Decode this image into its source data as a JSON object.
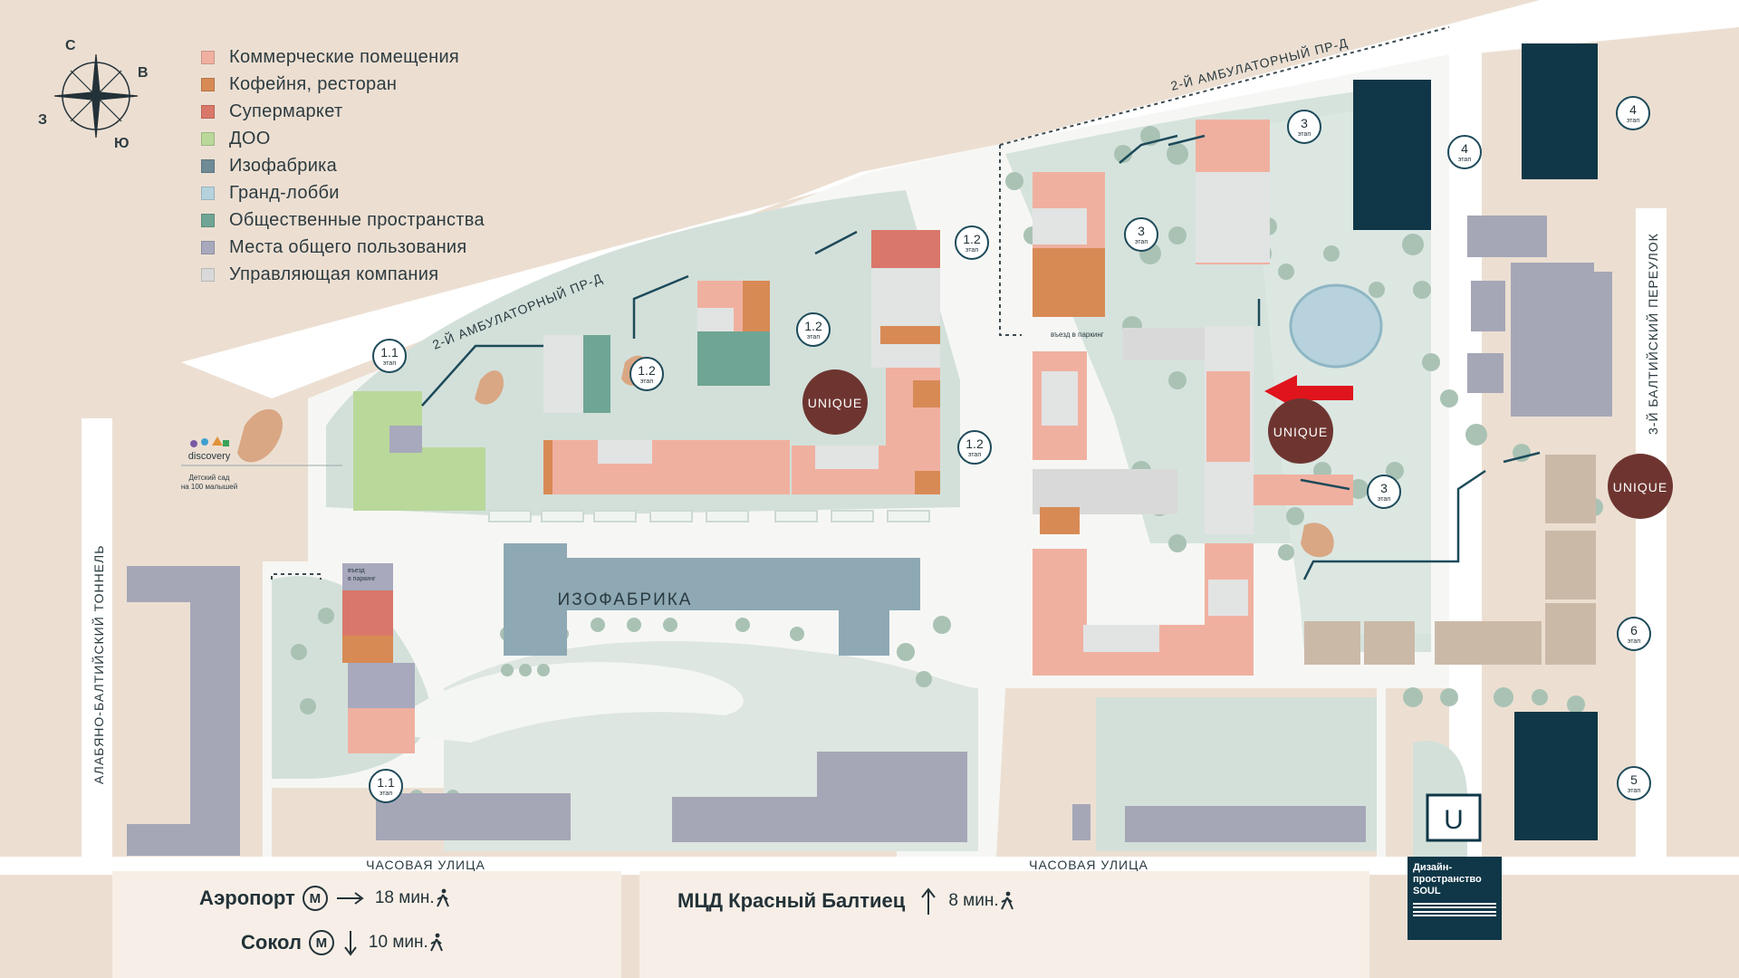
{
  "legend": [
    {
      "label": "Коммерческие помещения",
      "color": "#f0b0a0"
    },
    {
      "label": "Кофейня, ресторан",
      "color": "#d88a55"
    },
    {
      "label": "Супермаркет",
      "color": "#d9786a"
    },
    {
      "label": "ДОО",
      "color": "#b9d89a"
    },
    {
      "label": "Изофабрика",
      "color": "#6f8b96"
    },
    {
      "label": "Гранд-лобби",
      "color": "#b6d3dd"
    },
    {
      "label": "Общественные пространства",
      "color": "#6fa594"
    },
    {
      "label": "Места общего пользования",
      "color": "#a8a9bd"
    },
    {
      "label": "Управляющая компания",
      "color": "#d9d9d9"
    }
  ],
  "compass": {
    "n": "С",
    "e": "В",
    "s": "Ю",
    "w": "З"
  },
  "streets": {
    "amb_top_right": "2-Й АМБУЛАТОРНЫЙ ПР-Д",
    "amb_left": "2-Й АМБУЛАТОРНЫЙ ПР-Д",
    "tunnel": "АЛАБЯНО-БАЛТИЙСКИЙ ТОННЕЛЬ",
    "baltic_lane": "3-Й БАЛТИЙСКИЙ ПЕРЕУЛОК",
    "chasovaya_left": "ЧАСОВАЯ УЛИЦА",
    "chasovaya_right": "ЧАСОВАЯ УЛИЦА"
  },
  "izofabrika_label": "ИЗОФАБРИКА",
  "kindergarten": {
    "brand": "discovery",
    "caption_line1": "Детский сад",
    "caption_line2": "на 100 малышей"
  },
  "parking_label_1": "въезд в паркинг",
  "parking_label_2_line1": "въезд",
  "parking_label_2_line2": "в паркинг",
  "stage_word": "этап",
  "stages": [
    {
      "n": "1.1"
    },
    {
      "n": "1.2"
    },
    {
      "n": "1.2"
    },
    {
      "n": "1.2"
    },
    {
      "n": "1.2"
    },
    {
      "n": "3"
    },
    {
      "n": "3"
    },
    {
      "n": "3"
    },
    {
      "n": "4"
    },
    {
      "n": "4"
    },
    {
      "n": "5"
    },
    {
      "n": "6"
    },
    {
      "n": "1.1"
    }
  ],
  "unique_label": "UNIQUE",
  "soul": {
    "line1": "Дизайн-",
    "line2": "пространство",
    "line3": "SOUL",
    "logo": "U"
  },
  "transit": {
    "airport": {
      "name": "Аэропорт",
      "metro": "М",
      "time": "18 мин."
    },
    "sokol": {
      "name": "Сокол",
      "metro": "М",
      "time": "10 мин."
    },
    "mcd": {
      "name": "МЦД Красный Балтиец",
      "time": "8 мин."
    }
  },
  "colors": {
    "background": "#ecdfd2",
    "road": "#ffffff",
    "green": "#d3e0da",
    "tree": "#a9c2b4",
    "building_gray": "#a5a7b7",
    "dark_building": "#0f3747",
    "unique": "#6e3530",
    "arrow": "#e0141c",
    "route": "#1d4a5a"
  }
}
